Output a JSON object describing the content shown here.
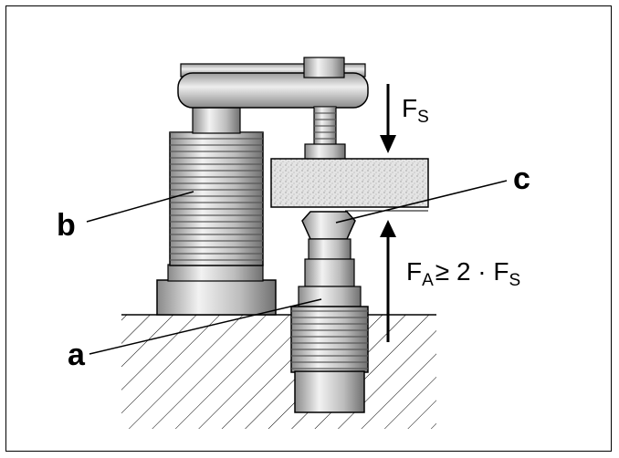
{
  "labels": {
    "a": "a",
    "b": "b",
    "c": "c"
  },
  "forces": {
    "fs_main": "F",
    "fs_sub": "S",
    "fa_main": "F",
    "fa_sub": "A",
    "fa_relation": "≥ 2 · F",
    "fa_relation_sub": "S"
  },
  "colors": {
    "metal_light": "#e6e6e6",
    "metal_mid": "#b8b8b8",
    "metal_dark": "#6e6e6e",
    "workpiece": "#d8d8d8",
    "outline": "#000000"
  }
}
